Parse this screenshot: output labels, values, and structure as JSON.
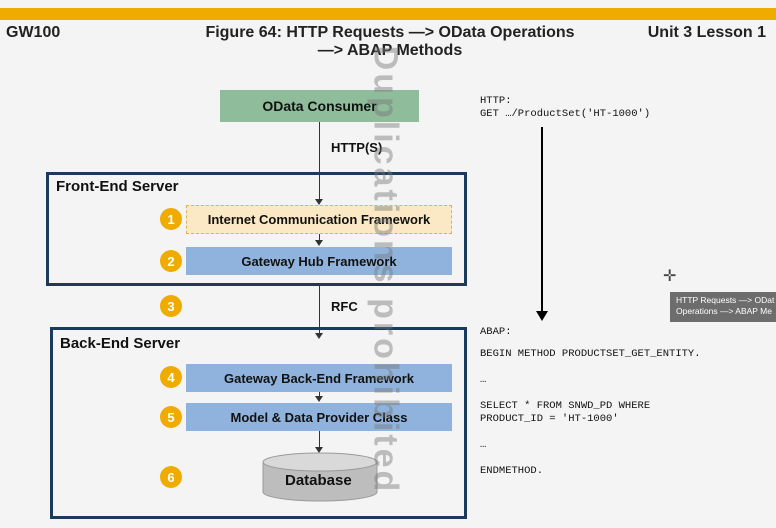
{
  "header": {
    "left": "GW100",
    "title_line1": "Figure 64: HTTP Requests —> OData Operations",
    "title_line2": "—> ABAP Methods",
    "right": "Unit 3 Lesson 1"
  },
  "diagram": {
    "consumer": "OData Consumer",
    "http_label": "HTTP(S)",
    "front_server": "Front-End Server",
    "steps": [
      {
        "num": "1",
        "label": "Internet Communication Framework"
      },
      {
        "num": "2",
        "label": "Gateway Hub Framework"
      },
      {
        "num": "3",
        "label": "RFC"
      },
      {
        "num": "4",
        "label": "Gateway Back-End Framework"
      },
      {
        "num": "5",
        "label": "Model & Data Provider Class"
      },
      {
        "num": "6",
        "label": "Database"
      }
    ],
    "back_server": "Back-End Server"
  },
  "code": {
    "http_lines": "HTTP:\nGET …/ProductSet('HT-1000')",
    "abap_label": "ABAP:",
    "abap_lines": "BEGIN METHOD PRODUCTSET_GET_ENTITY.\n\n…\n\nSELECT * FROM SNWD_PD WHERE\nPRODUCT_ID = 'HT-1000'\n\n…\n\nENDMETHOD."
  },
  "tooltip": {
    "line1": "HTTP Requests —> ODat",
    "line2": "Operations —> ABAP Me"
  },
  "watermark": "Duplications prohibited",
  "colors": {
    "accent": "#f0ab00",
    "server_border": "#1b3a5c",
    "blue_box": "#8fb3dc",
    "green_box": "#8fbc9a",
    "yellow_box": "#fbe8c4"
  }
}
